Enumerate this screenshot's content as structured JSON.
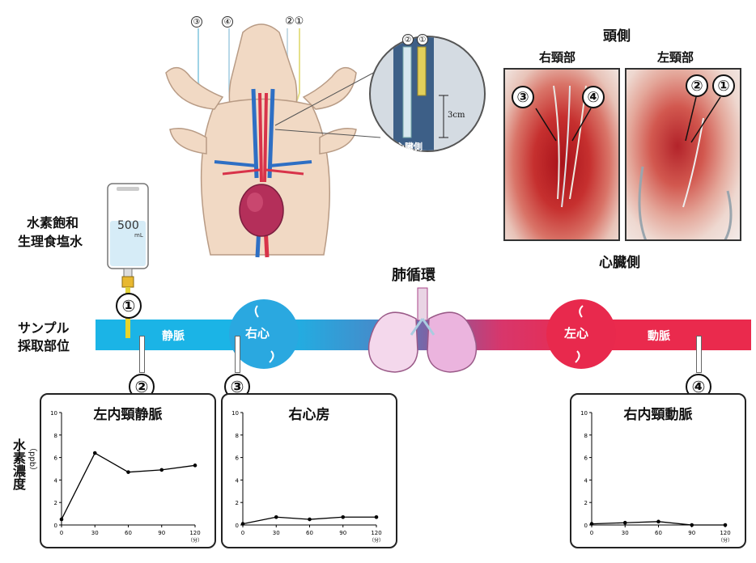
{
  "top": {
    "illustration_probe_labels": [
      "③",
      "④",
      "②①"
    ],
    "inset": {
      "labels": [
        "②",
        "①"
      ],
      "distance": "3cm",
      "bottom_label": "心臓側"
    }
  },
  "photos": {
    "head_side": "頭側",
    "right_neck": "右頸部",
    "left_neck": "左頸部",
    "heart_side": "心臓側",
    "right_markers": [
      "③",
      "④"
    ],
    "left_markers": [
      "②",
      "①"
    ]
  },
  "bag": {
    "volume": "500",
    "unit": "mL",
    "caption_line1": "水素飽和",
    "caption_line2": "生理食塩水"
  },
  "pathway": {
    "sample_line1": "サンプル",
    "sample_line2": "採取部位",
    "vein": "静脈",
    "right_heart": "右心",
    "pulmonary": "肺循環",
    "left_heart": "左心",
    "artery": "動脈",
    "markers": [
      "①",
      "②",
      "③",
      "④"
    ],
    "colors": {
      "venous": "#1bb4e6",
      "arterial": "#ea2a4d"
    }
  },
  "y_axis_label": "水素濃度",
  "y_axis_unit": "（ppb）",
  "chart_data": [
    {
      "type": "line",
      "title": "左内頸静脈",
      "x": [
        0,
        30,
        60,
        90,
        120
      ],
      "values": [
        0.5,
        6.4,
        4.7,
        4.9,
        5.3
      ],
      "xlim": [
        0,
        120
      ],
      "ylim": [
        0,
        10
      ],
      "yticks": [
        0,
        2,
        4,
        6,
        8,
        10
      ],
      "x_unit": "（分）"
    },
    {
      "type": "line",
      "title": "右心房",
      "x": [
        0,
        30,
        60,
        90,
        120
      ],
      "values": [
        0.1,
        0.7,
        0.5,
        0.7,
        0.7
      ],
      "xlim": [
        0,
        120
      ],
      "ylim": [
        0,
        10
      ],
      "yticks": [
        0,
        2,
        4,
        6,
        8,
        10
      ],
      "x_unit": "（分）"
    },
    {
      "type": "line",
      "title": "右内頸動脈",
      "x": [
        0,
        30,
        60,
        90,
        120
      ],
      "values": [
        0.1,
        0.2,
        0.3,
        0.0,
        0.0
      ],
      "xlim": [
        0,
        120
      ],
      "ylim": [
        0,
        10
      ],
      "yticks": [
        0,
        2,
        4,
        6,
        8,
        10
      ],
      "x_unit": "（分）"
    }
  ]
}
